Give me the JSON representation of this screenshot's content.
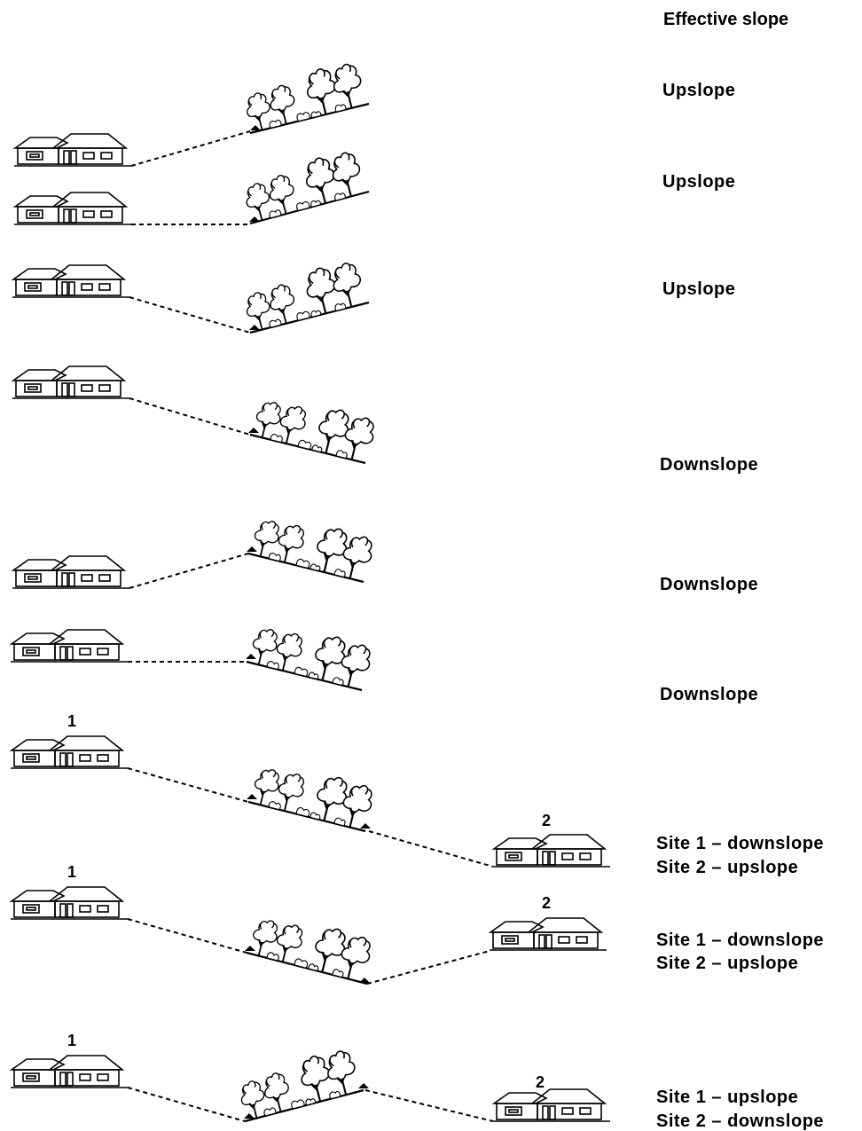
{
  "header": "Effective slope",
  "scenarios": [
    {
      "id": "s1",
      "labels": [
        "Upslope"
      ]
    },
    {
      "id": "s2",
      "labels": [
        "Upslope"
      ]
    },
    {
      "id": "s3",
      "labels": [
        "Upslope"
      ]
    },
    {
      "id": "s4",
      "labels": [
        "Downslope"
      ]
    },
    {
      "id": "s5",
      "labels": [
        "Downslope"
      ]
    },
    {
      "id": "s6",
      "labels": [
        "Downslope"
      ]
    },
    {
      "id": "s7",
      "site_numbers": [
        "1",
        "2"
      ],
      "labels": [
        "Site 1 – downslope",
        "Site 2 – upslope"
      ]
    },
    {
      "id": "s8",
      "site_numbers": [
        "1",
        "2"
      ],
      "labels": [
        "Site 1 – downslope",
        "Site 2 – upslope"
      ]
    },
    {
      "id": "s9",
      "site_numbers": [
        "1",
        "2"
      ],
      "labels": [
        "Site 1 – upslope",
        "Site 2 – downslope"
      ]
    }
  ],
  "icons": {
    "house": "house-icon",
    "vegetation": "vegetation-icon",
    "marker": "triangle-marker-icon"
  },
  "colors": {
    "ink": "#000000",
    "paper": "#ffffff"
  }
}
